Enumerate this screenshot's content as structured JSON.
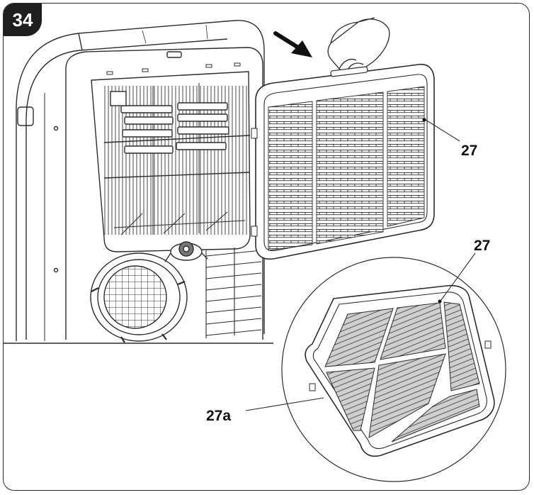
{
  "figure": {
    "number": "34",
    "callouts": {
      "grille": "27",
      "frame_detail": "27",
      "filter": "27a"
    }
  },
  "colors": {
    "line": "#2b2b2b",
    "filter_fill": "#c9c9c9",
    "background": "#ffffff"
  }
}
